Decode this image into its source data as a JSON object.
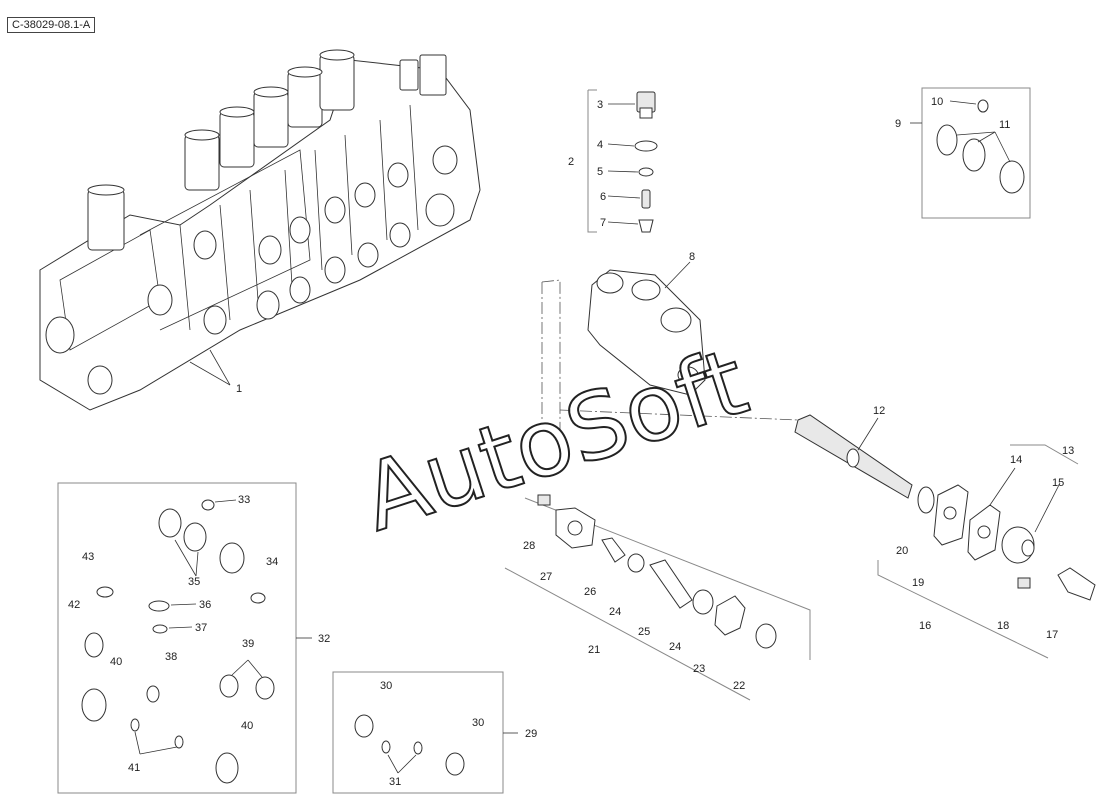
{
  "document": {
    "ref_code": "C-38029-08.1-A",
    "watermark": "AutoSoft",
    "callouts": {
      "c1": "1",
      "c2": "2",
      "c3": "3",
      "c4": "4",
      "c5": "5",
      "c6": "6",
      "c7": "7",
      "c8": "8",
      "c9": "9",
      "c10": "10",
      "c11": "11",
      "c12": "12",
      "c13": "13",
      "c14": "14",
      "c15": "15",
      "c16": "16",
      "c17": "17",
      "c18": "18",
      "c19": "19",
      "c20": "20",
      "c21": "21",
      "c22": "22",
      "c23": "23",
      "c24a": "24",
      "c24b": "24",
      "c25": "25",
      "c26": "26",
      "c27": "27",
      "c28": "28",
      "c29": "29",
      "c30a": "30",
      "c30b": "30",
      "c31": "31",
      "c32": "32",
      "c33": "33",
      "c34": "34",
      "c35": "35",
      "c36": "36",
      "c37": "37",
      "c38": "38",
      "c39": "39",
      "c40a": "40",
      "c40b": "40",
      "c41": "41",
      "c42": "42",
      "c43": "43"
    }
  }
}
